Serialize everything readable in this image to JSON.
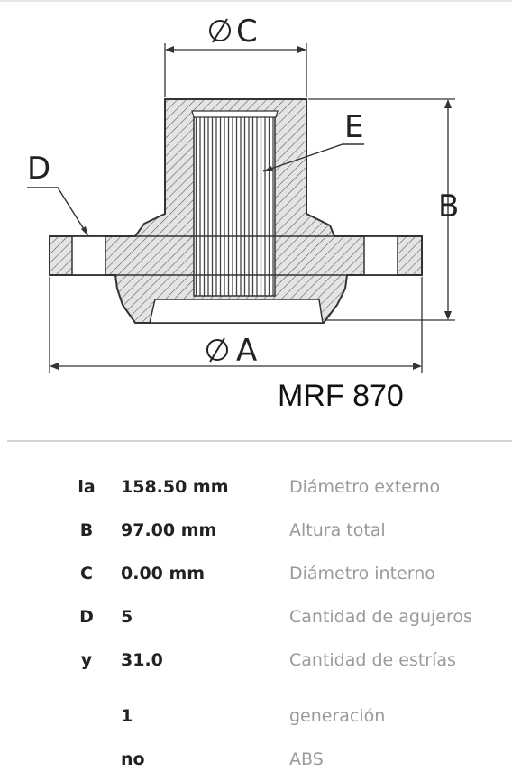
{
  "diagram": {
    "labels": {
      "c": "C",
      "e": "E",
      "d": "D",
      "b": "B",
      "a": "A"
    },
    "part_number": "MRF 870"
  },
  "specs": [
    {
      "key": "la",
      "value": "158.50 mm",
      "description": "Diámetro externo"
    },
    {
      "key": "B",
      "value": "97.00 mm",
      "description": "Altura total"
    },
    {
      "key": "C",
      "value": "0.00 mm",
      "description": "Diámetro interno"
    },
    {
      "key": "D",
      "value": "5",
      "description": "Cantidad de agujeros"
    },
    {
      "key": "y",
      "value": "31.0",
      "description": "Cantidad de estrías"
    },
    {
      "key": "",
      "value": "1",
      "description": "generación"
    },
    {
      "key": "",
      "value": "no",
      "description": "ABS"
    }
  ]
}
